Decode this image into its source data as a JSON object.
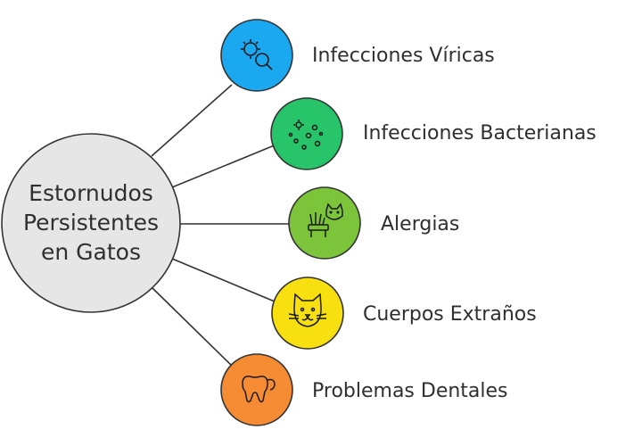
{
  "center": {
    "lines": [
      "Estornudos",
      "Persistentes",
      "en Gatos"
    ],
    "color": "#e6e6e6"
  },
  "branches": [
    {
      "label": "Infecciones Víricas",
      "color": "#1aa8f0",
      "icon": "virus-magnifier-icon"
    },
    {
      "label": "Infecciones Bacterianas",
      "color": "#27c46a",
      "icon": "bacteria-icon"
    },
    {
      "label": "Alergias",
      "color": "#7cc53a",
      "icon": "cat-grass-icon"
    },
    {
      "label": "Cuerpos Extraños",
      "color": "#f7df10",
      "icon": "cat-face-icon"
    },
    {
      "label": "Problemas Dentales",
      "color": "#f58b32",
      "icon": "tooth-icon"
    }
  ]
}
